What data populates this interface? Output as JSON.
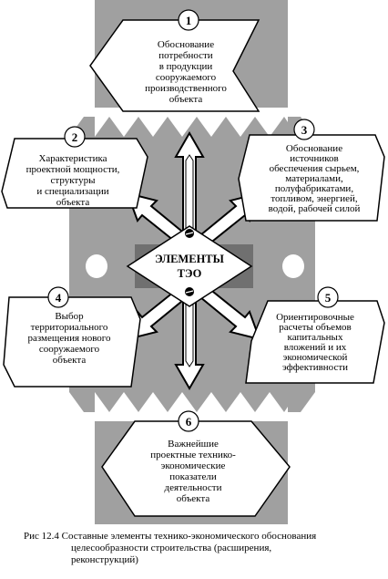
{
  "diagram": {
    "center": {
      "lines": [
        "ЭЛЕМЕНТЫ",
        "ТЭО"
      ]
    },
    "boxes": [
      {
        "number": "1",
        "lines": [
          "Обоснование",
          "потребности",
          "в продукции",
          "сооружаемого",
          "производственного",
          "объекта"
        ]
      },
      {
        "number": "2",
        "lines": [
          "Характеристика",
          "проектной мощности,",
          "структуры",
          "и специализации",
          "объекта"
        ]
      },
      {
        "number": "3",
        "lines": [
          "Обоснование",
          "источников",
          "обеспечения сырьем,",
          "материалами,",
          "полуфабрикатами,",
          "топливом, энергией,",
          "водой, рабочей силой"
        ]
      },
      {
        "number": "4",
        "lines": [
          "Выбор",
          "территориального",
          "размещения нового",
          "сооружаемого",
          "объекта"
        ]
      },
      {
        "number": "5",
        "lines": [
          "Ориентировочные",
          "расчеты объемов",
          "капитальных",
          "вложений и их",
          "экономической",
          "эффективности"
        ]
      },
      {
        "number": "6",
        "lines": [
          "Важнейшие",
          "проектные технико-",
          "экономические",
          "показатели",
          "деятельности",
          "объекта"
        ]
      }
    ],
    "colors": {
      "background_shape": "#a0a0a0",
      "dark_block": "#707070",
      "box_fill": "#ffffff",
      "outline": "#000000"
    }
  },
  "caption": {
    "line1": "Рис 12.4 Составные элементы технико-экономического обоснования",
    "line2": "целесообразности строительства (расширения,",
    "line3": "реконструкций)"
  }
}
